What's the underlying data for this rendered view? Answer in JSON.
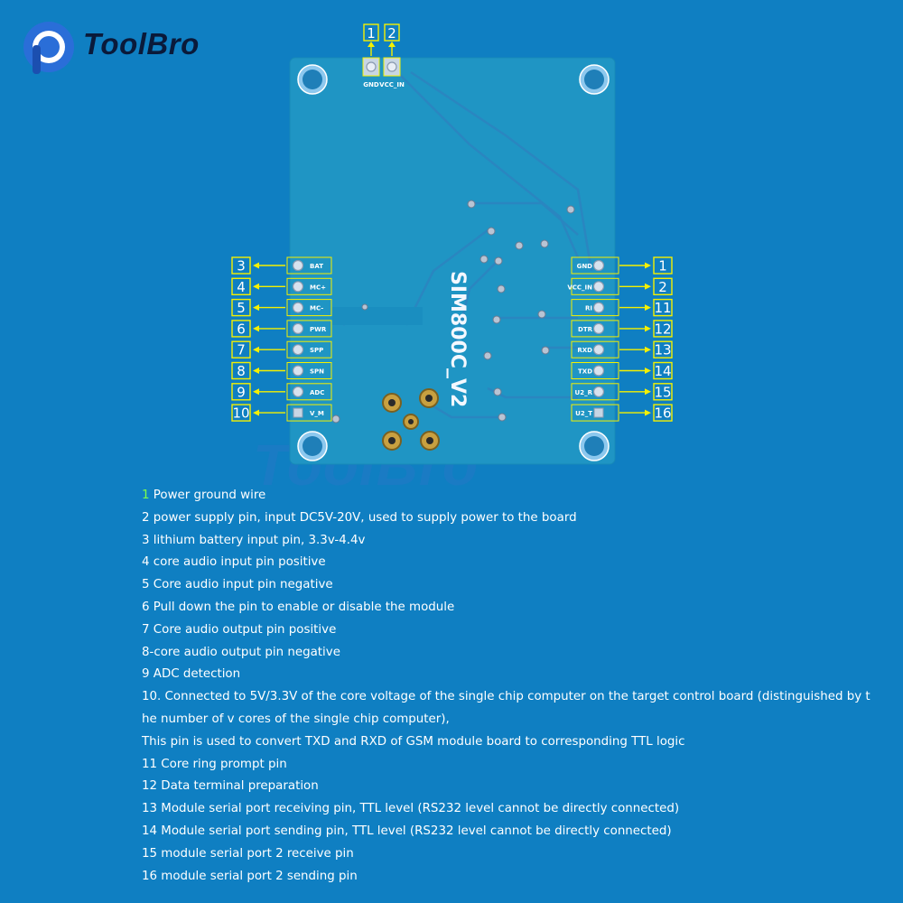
{
  "brand": {
    "name": "ToolBro",
    "watermark": "ToolBro"
  },
  "board": {
    "model": "SIM800C_V2",
    "top_pins": [
      {
        "num": "1",
        "label": "GND"
      },
      {
        "num": "2",
        "label": "VCC_IN"
      }
    ],
    "left_pins": [
      {
        "num": "3",
        "label": "BAT"
      },
      {
        "num": "4",
        "label": "MC+"
      },
      {
        "num": "5",
        "label": "MC-"
      },
      {
        "num": "6",
        "label": "PWR"
      },
      {
        "num": "7",
        "label": "SPP"
      },
      {
        "num": "8",
        "label": "SPN"
      },
      {
        "num": "9",
        "label": "ADC"
      },
      {
        "num": "10",
        "label": "V_M"
      }
    ],
    "right_pins": [
      {
        "num": "1",
        "label": "GND"
      },
      {
        "num": "2",
        "label": "VCC_IN"
      },
      {
        "num": "11",
        "label": "RI"
      },
      {
        "num": "12",
        "label": "DTR"
      },
      {
        "num": "13",
        "label": "RXD"
      },
      {
        "num": "14",
        "label": "TXD"
      },
      {
        "num": "15",
        "label": "U2_R"
      },
      {
        "num": "16",
        "label": "U2_T"
      }
    ]
  },
  "descriptions": [
    {
      "num": "1",
      "text": " Power ground wire"
    },
    {
      "num": "2",
      "text": " power supply pin, input DC5V-20V, used to supply power to the board"
    },
    {
      "num": "3",
      "text": " lithium battery input pin, 3.3v-4.4v"
    },
    {
      "num": "4",
      "text": " core audio input pin positive"
    },
    {
      "num": "5",
      "text": " Core audio input pin negative"
    },
    {
      "num": "6",
      "text": " Pull down the pin to enable or disable the module"
    },
    {
      "num": "7",
      "text": " Core audio output pin positive"
    },
    {
      "num": "8",
      "text": "-core audio output pin negative"
    },
    {
      "num": "9",
      "text": " ADC detection"
    },
    {
      "num": "10.",
      "text": " Connected to 5V/3.3V of the core voltage of the single chip computer on the target control board (distinguished by t"
    },
    {
      "num": "",
      "text": "he number of v cores of the single chip computer),"
    },
    {
      "num": "",
      "text": "This pin is used to convert TXD and RXD of GSM module board to corresponding TTL logic"
    },
    {
      "num": "11",
      "text": " Core ring prompt pin"
    },
    {
      "num": "12",
      "text": " Data terminal preparation"
    },
    {
      "num": "13",
      "text": " Module serial port receiving pin, TTL level (RS232 level cannot be directly connected)"
    },
    {
      "num": "14",
      "text": " Module serial port sending pin, TTL level (RS232 level cannot be directly connected)"
    },
    {
      "num": "15",
      "text": " module serial port 2 receive pin"
    },
    {
      "num": "16",
      "text": " module serial port 2 sending pin"
    }
  ],
  "colors": {
    "background": "#0f7fc2",
    "pcb": "#1f95c4",
    "callout": "#f5f000",
    "accent_number": "#7dff4a"
  }
}
